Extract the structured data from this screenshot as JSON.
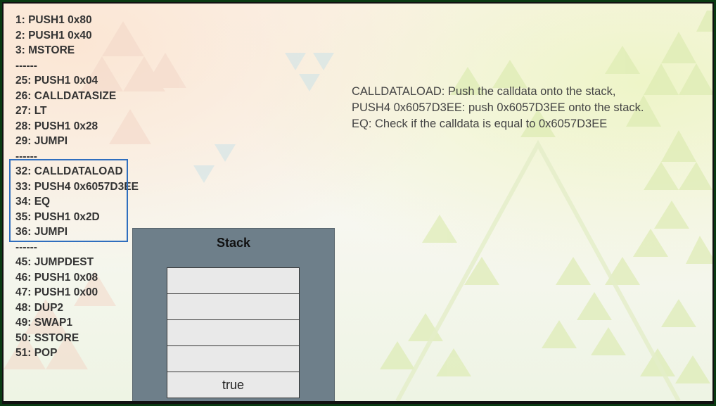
{
  "code_lines": [
    "1: PUSH1 0x80",
    "2: PUSH1 0x40",
    "3: MSTORE",
    "------",
    "25: PUSH1 0x04",
    "26: CALLDATASIZE",
    "27: LT",
    "28: PUSH1 0x28",
    "29: JUMPI",
    "------",
    "32: CALLDATALOAD",
    "33: PUSH4 0x6057D3EE",
    "34: EQ",
    "35: PUSH1 0x2D",
    "36: JUMPI",
    "------",
    "45: JUMPDEST",
    "46: PUSH1 0x08",
    "47: PUSH1 0x00",
    "48: DUP2",
    "49: SWAP1",
    "50: SSTORE",
    "51: POP"
  ],
  "description": [
    "CALLDATALOAD: Push the calldata onto the stack,",
    "PUSH4 0x6057D3EE: push 0x6057D3EE onto the stack.",
    "EQ: Check if the calldata is equal to 0x6057D3EE"
  ],
  "stack": {
    "title": "Stack",
    "slots": [
      "",
      "",
      "",
      "",
      "true"
    ]
  },
  "colors": {
    "highlight_box": "#2f6ebe",
    "stack_panel": "#6e7f8a",
    "frame": "#0a3a12"
  }
}
